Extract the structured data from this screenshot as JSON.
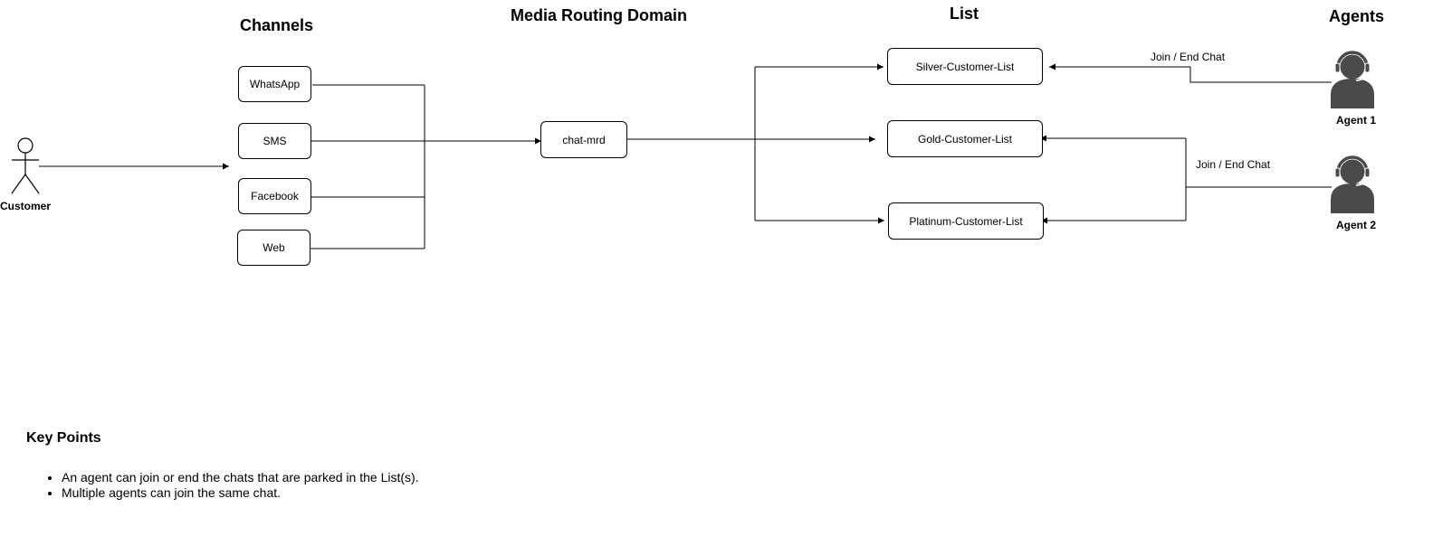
{
  "columns": {
    "channels": "Channels",
    "mrd": "Media Routing Domain",
    "list": "List",
    "agents": "Agents"
  },
  "customer": {
    "label": "Customer"
  },
  "channels": [
    "WhatsApp",
    "SMS",
    "Facebook",
    "Web"
  ],
  "mrd": {
    "label": "chat-mrd"
  },
  "lists": [
    "Silver-Customer-List",
    "Gold-Customer-List",
    "Platinum-Customer-List"
  ],
  "agents": [
    "Agent 1",
    "Agent 2"
  ],
  "edges": {
    "agent1_action": "Join / End Chat",
    "agent2_action": "Join / End Chat"
  },
  "key_points": {
    "title": "Key Points",
    "items": [
      "An agent can join or end the chats that are parked in the List(s).",
      "Multiple agents can join the same chat."
    ]
  }
}
